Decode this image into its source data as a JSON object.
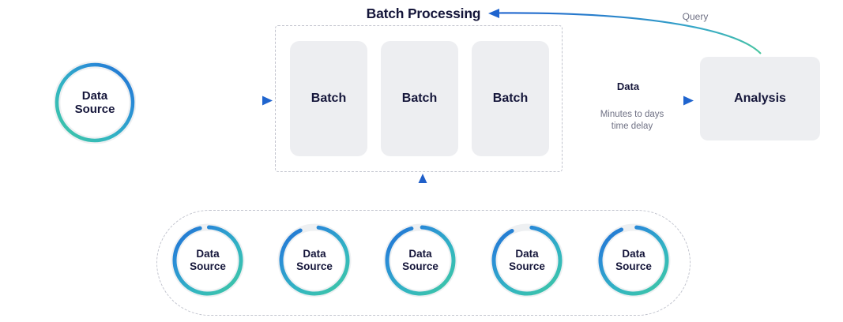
{
  "diagram": {
    "title": "Batch Processing",
    "type": "batch-processing-architecture",
    "palette": {
      "teal": "#45c7a6",
      "cyan": "#35b6bd",
      "blue": "#2a8ed6",
      "deep_blue": "#1f6fd0",
      "text_dark": "#15163a",
      "text_muted": "#6f7184",
      "box_fill": "#edeef1",
      "dashed_border": "#c2c4ce",
      "background": "#ffffff"
    },
    "source_main": {
      "line1": "Data",
      "line2": "Source",
      "icon": "data-source-ring-icon"
    },
    "batch_group": {
      "label": "Batch Processing",
      "boxes": [
        {
          "label": "Batch"
        },
        {
          "label": "Batch"
        },
        {
          "label": "Batch"
        }
      ]
    },
    "analysis": {
      "label": "Analysis"
    },
    "arrows": [
      {
        "id": "source-to-batch",
        "label": "",
        "from": "Data Source",
        "to": "Batch Processing",
        "direction": "right"
      },
      {
        "id": "batch-to-analysis",
        "label": "Data",
        "sublabel_line1": "Minutes to days",
        "sublabel_line2": "time delay",
        "from": "Batch Processing",
        "to": "Analysis",
        "direction": "right"
      },
      {
        "id": "analysis-query",
        "label": "Query",
        "from": "Analysis",
        "to": "Batch Processing",
        "direction": "left-curved"
      },
      {
        "id": "sources-to-batch",
        "label": "",
        "from": "Data Sources",
        "to": "Batch Processing",
        "direction": "up"
      }
    ],
    "source_group": {
      "sources": [
        {
          "line1": "Data",
          "line2": "Source"
        },
        {
          "line1": "Data",
          "line2": "Source"
        },
        {
          "line1": "Data",
          "line2": "Source"
        },
        {
          "line1": "Data",
          "line2": "Source"
        },
        {
          "line1": "Data",
          "line2": "Source"
        }
      ]
    }
  }
}
